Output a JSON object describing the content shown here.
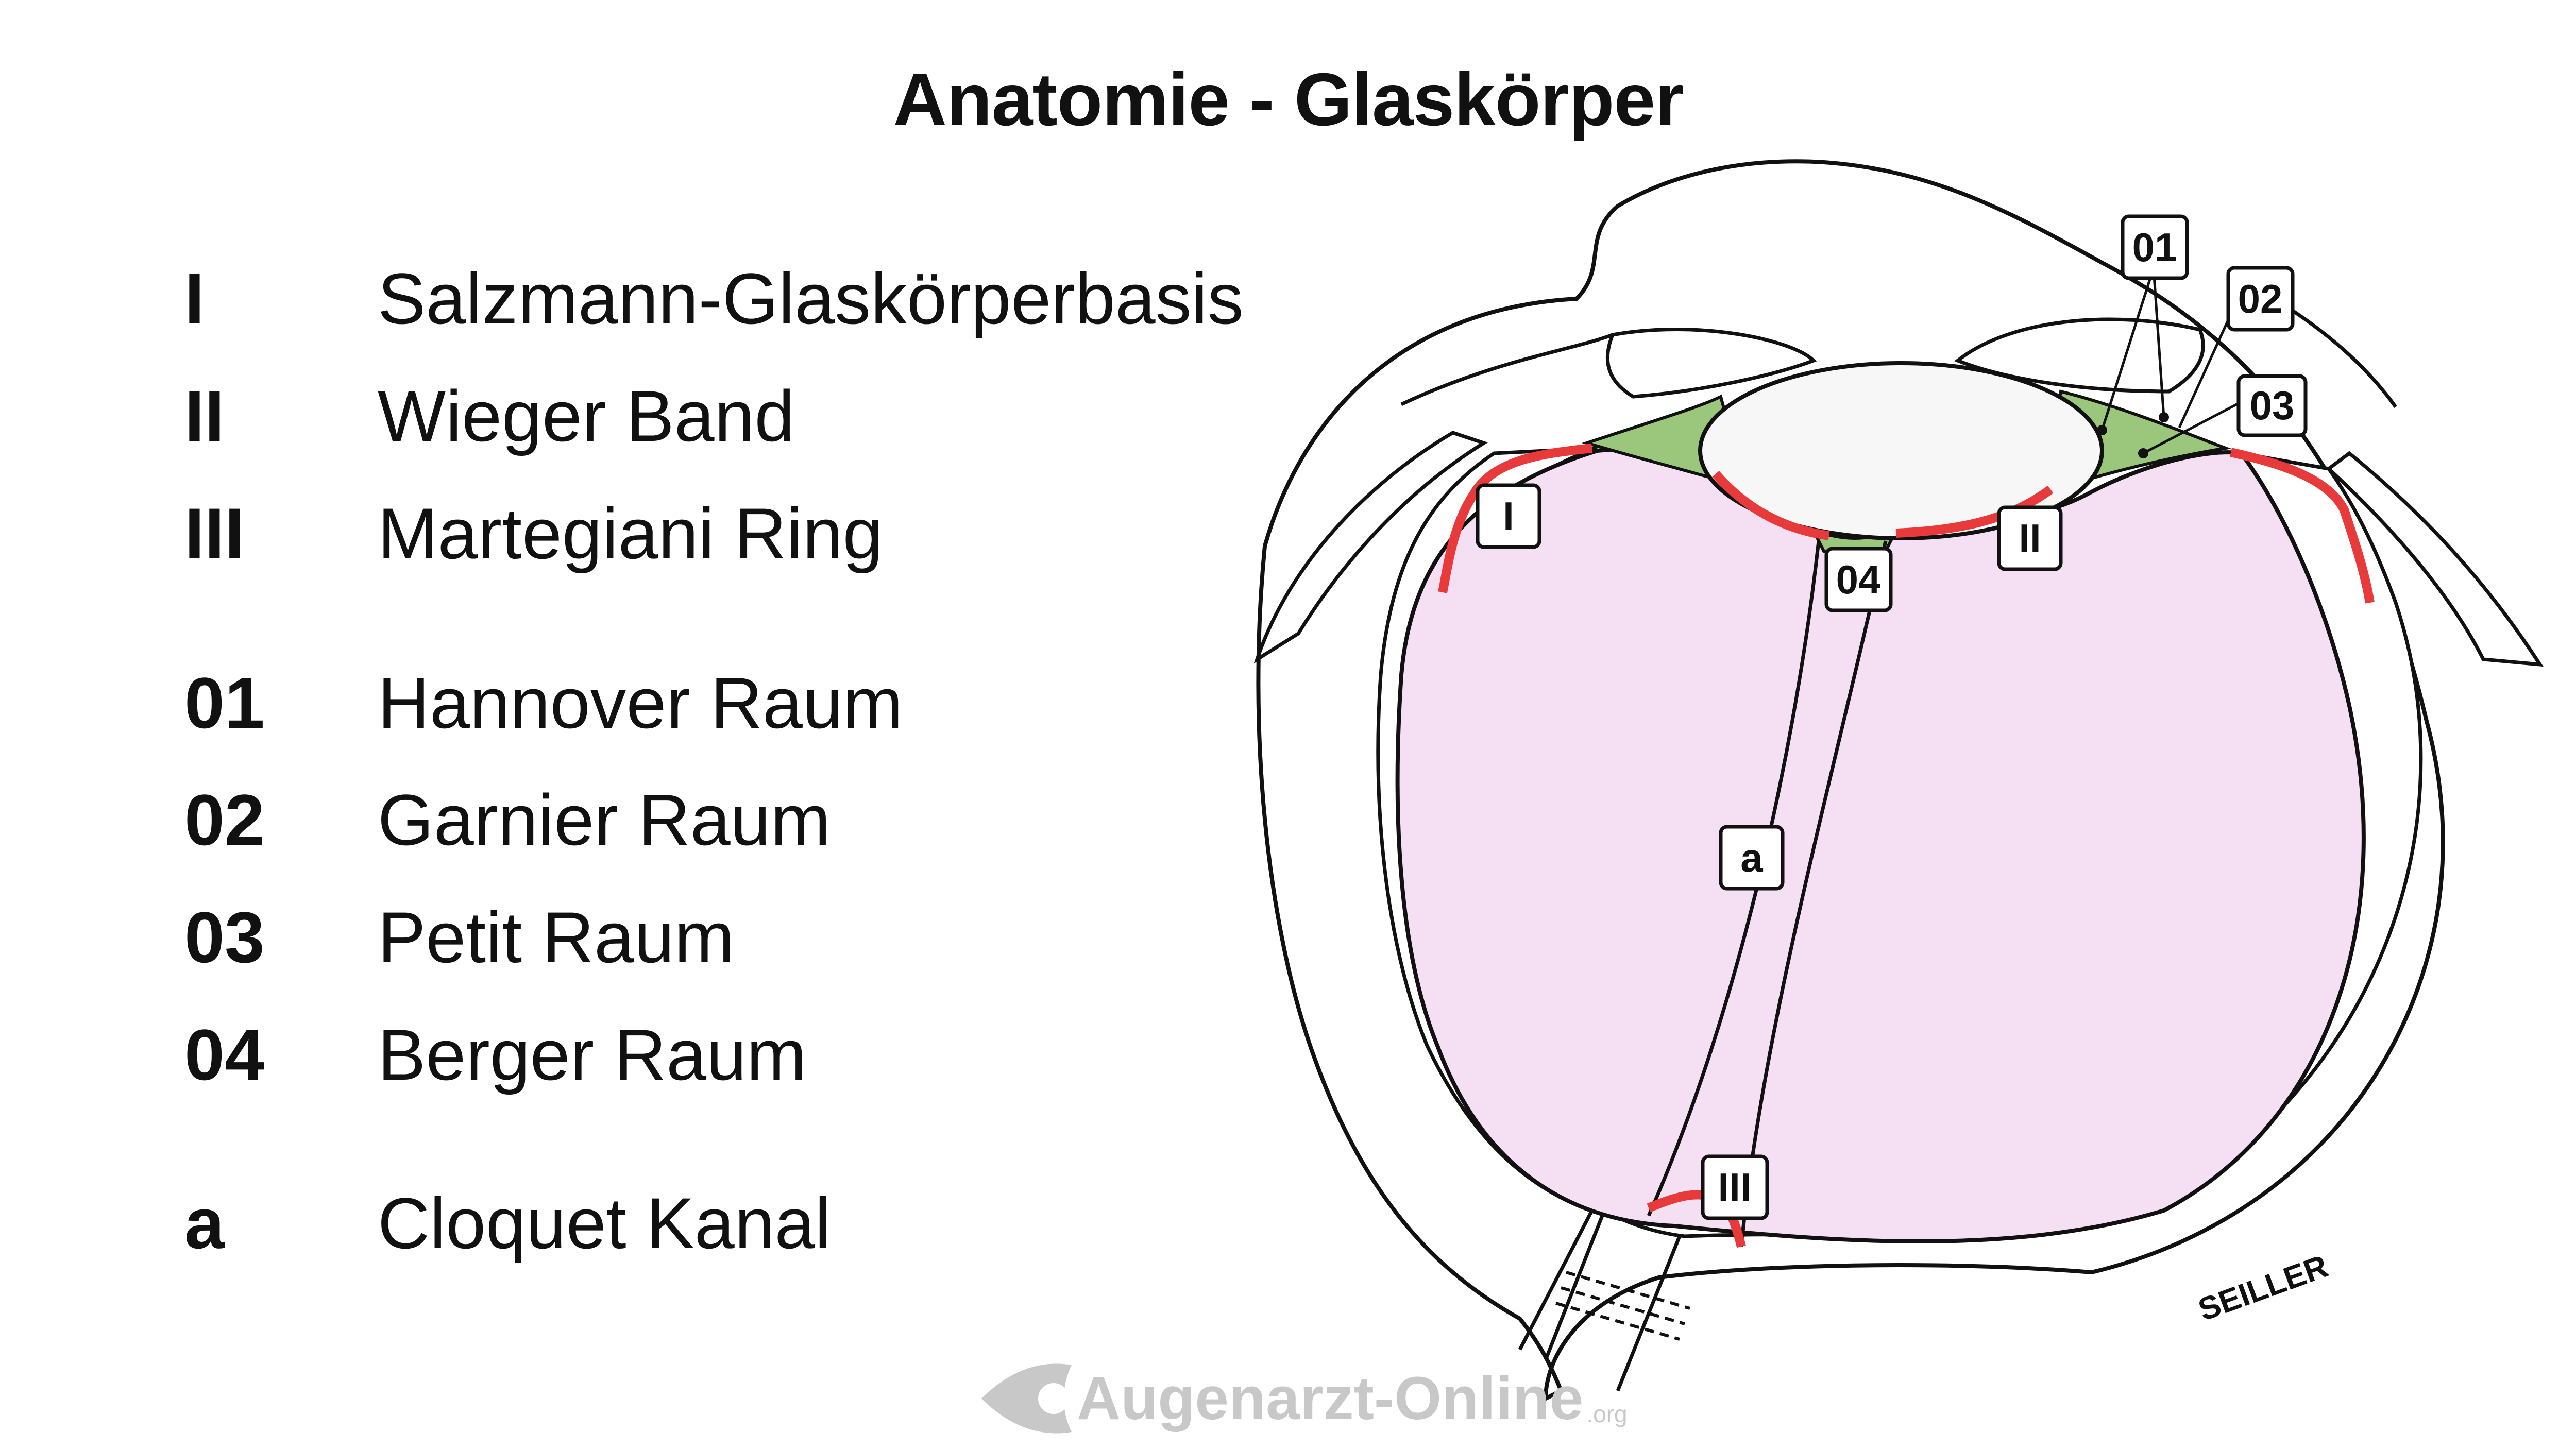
{
  "title": "Anatomie - Glaskörper",
  "legend": [
    {
      "key": "I",
      "text": "Salzmann-Glaskörperbasis"
    },
    {
      "key": "II",
      "text": "Wieger Band"
    },
    {
      "key": "III",
      "text": "Martegiani Ring"
    },
    {
      "key": "01",
      "text": "Hannover Raum"
    },
    {
      "key": "02",
      "text": "Garnier Raum"
    },
    {
      "key": "03",
      "text": "Petit Raum"
    },
    {
      "key": "04",
      "text": "Berger Raum"
    },
    {
      "key": "a",
      "text": "Cloquet Kanal"
    }
  ],
  "labels": {
    "l01": "01",
    "l02": "02",
    "l03": "03",
    "l04": "04",
    "lI": "I",
    "lII": "II",
    "lIII": "III",
    "la": "a"
  },
  "signature": "SEILLER",
  "watermark": {
    "main": "Augenarzt-Online",
    "sub": ".org"
  },
  "colors": {
    "vitreous": "#f5dff2",
    "zonule": "#9bc77c",
    "attachment": "#e83a3a",
    "line": "#111111"
  }
}
